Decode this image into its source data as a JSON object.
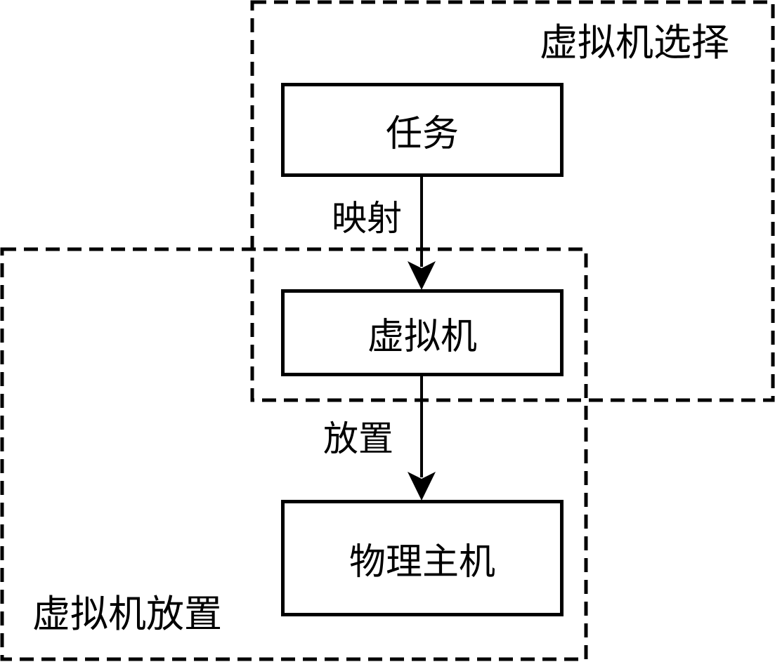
{
  "groups": {
    "selection": {
      "title": "虚拟机选择"
    },
    "placement": {
      "title": "虚拟机放置"
    }
  },
  "nodes": {
    "task": "任务",
    "vm": "虚拟机",
    "host": "物理主机"
  },
  "edges": {
    "task_to_vm": "映射",
    "vm_to_host": "放置"
  },
  "colors": {
    "stroke": "#000000",
    "background": "#ffffff"
  }
}
